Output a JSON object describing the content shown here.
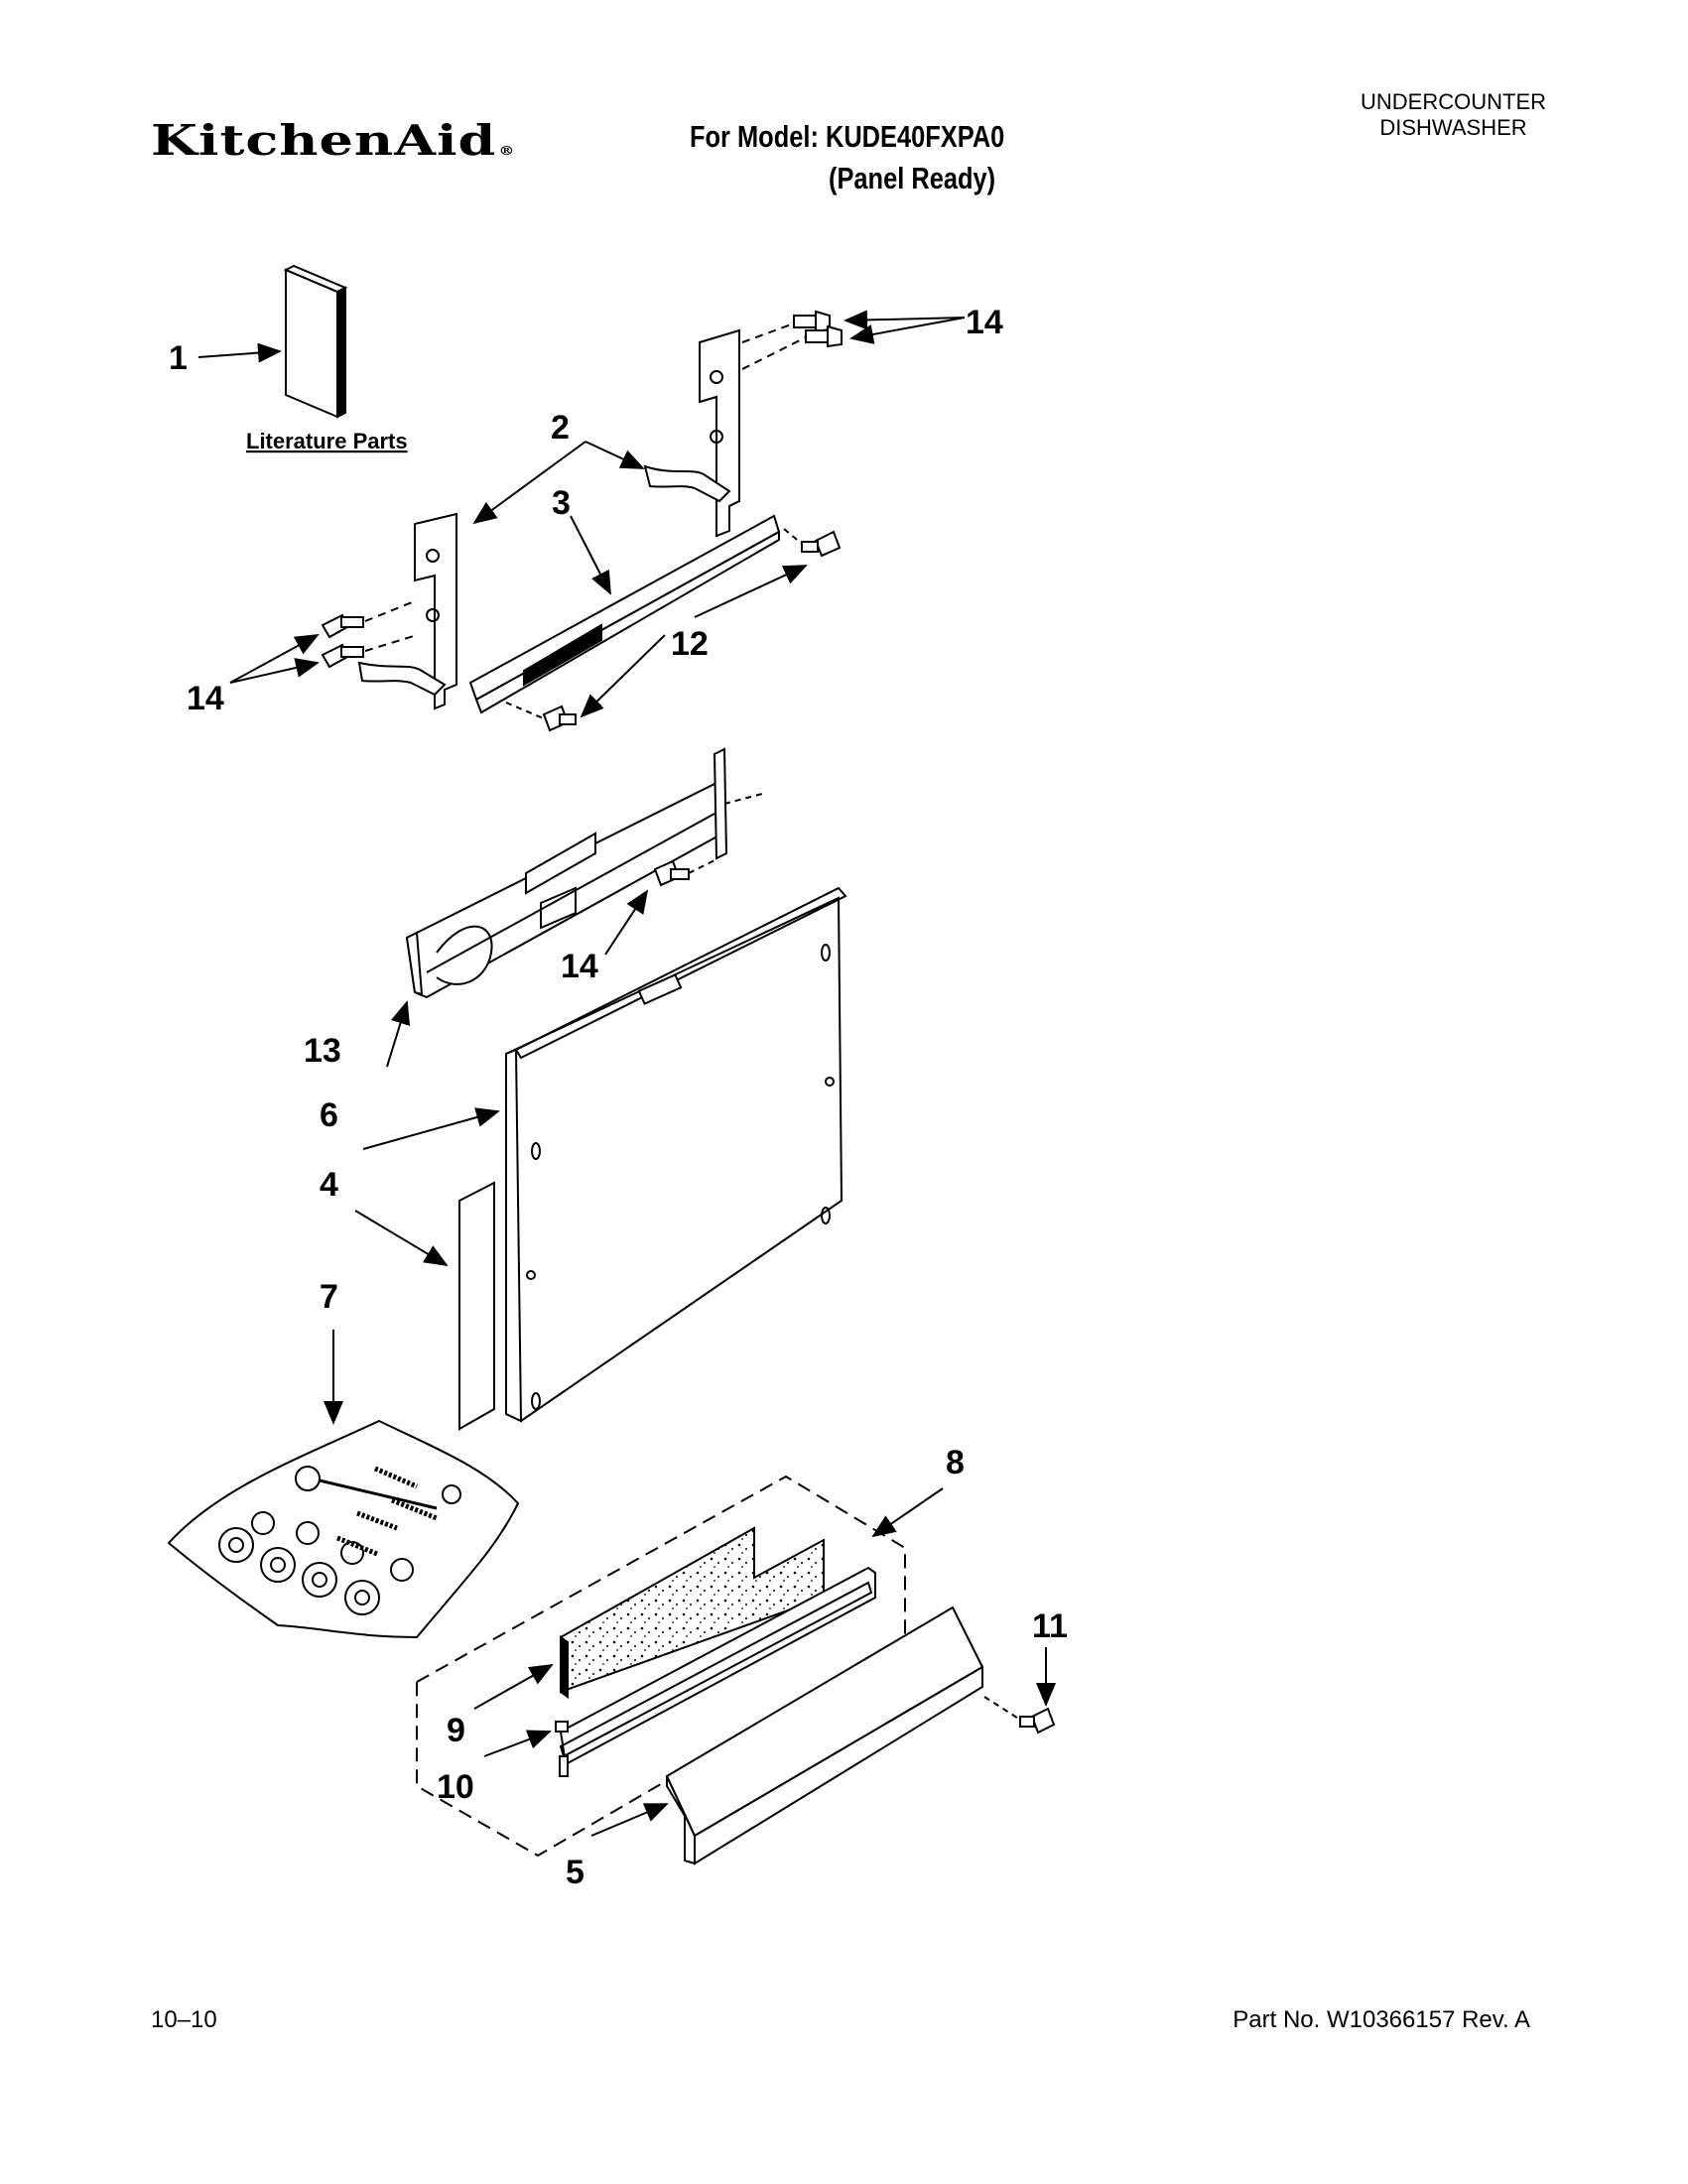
{
  "header": {
    "brand": "KitchenAid",
    "brand_mark": "®",
    "model_line": "For Model: KUDE40FXPA0",
    "model_variant": "(Panel Ready)",
    "product_line1": "UNDERCOUNTER",
    "product_line2": "DISHWASHER"
  },
  "diagram": {
    "literature_label": "Literature Parts",
    "callouts": {
      "c1": "1",
      "c2": "2",
      "c3": "3",
      "c4": "4",
      "c5": "5",
      "c6": "6",
      "c7": "7",
      "c8": "8",
      "c9": "9",
      "c10": "10",
      "c11": "11",
      "c12": "12",
      "c13": "13",
      "c14a": "14",
      "c14b": "14",
      "c14c": "14"
    }
  },
  "footer": {
    "date": "10–10",
    "part_no": "Part No. W10366157 Rev. A"
  }
}
